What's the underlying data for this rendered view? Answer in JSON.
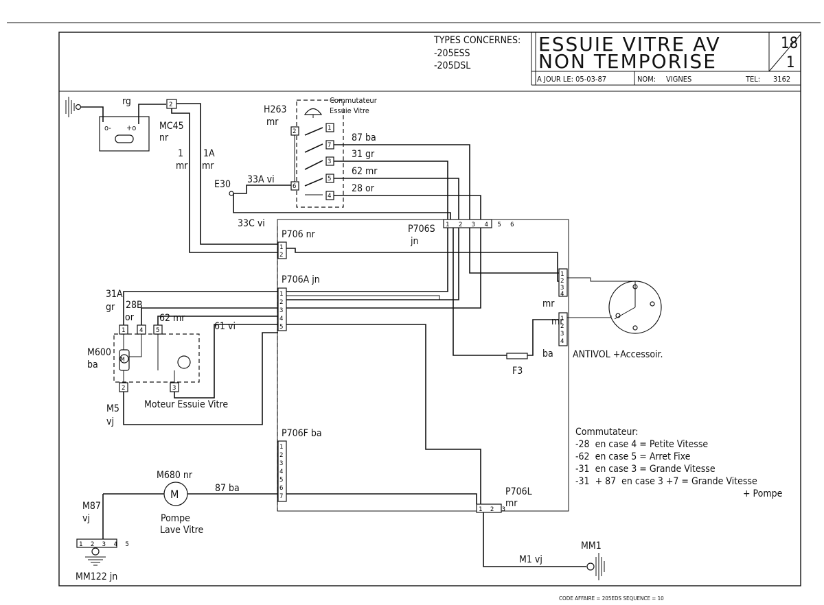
{
  "header": {
    "types_title": "TYPES CONCERNES:",
    "types": [
      "-205ESS",
      "-205DSL"
    ],
    "title_line1": "ESSUIE VITRE AV",
    "title_line2": "NON TEMPORISE",
    "sheet_top": "18",
    "sheet_bottom": "1",
    "date_label": "A JOUR LE: 05-03-87",
    "name_label": "NOM:",
    "name_value": "VIGNES",
    "tel_label": "TEL:",
    "tel_value": "3162"
  },
  "labels": {
    "rg": "rg",
    "mc45": "MC45",
    "mc45_color": "nr",
    "wire1": "1",
    "wire1_color": "mr",
    "wire1a": "1A",
    "wire1a_color": "mr",
    "h263": "H263",
    "h263_color": "mr",
    "commutateur_title1": "Commutateur",
    "commutateur_title2": "Essuie Vitre",
    "w87ba": "87 ba",
    "w31gr": "31 gr",
    "w62mr": "62 mr",
    "w28or": "28 or",
    "e30": "E30",
    "w33a": "33A vi",
    "w33c": "33C vi",
    "p706": "P706 nr",
    "p706s": "P706S",
    "p706s_color": "jn",
    "p706a": "P706A jn",
    "w31a": "31A",
    "w31a_color": "gr",
    "w28b": "28B",
    "w28b_color": "or",
    "m_62mr": "62 mr",
    "m_61vi": "61 vi",
    "m600": "M600",
    "m600_color": "ba",
    "moteur": "Moteur Essuie Vitre",
    "m5": "M5",
    "m5_color": "vj",
    "p706f": "P706F ba",
    "m680": "M680 nr",
    "pompe_87ba": "87 ba",
    "pompe1": "Pompe",
    "pompe2": "Lave Vitre",
    "m87": "M87",
    "m87_color": "vj",
    "mm122": "MM122 jn",
    "mr_a": "mr",
    "mr_b": "mr",
    "ba": "ba",
    "antivol": "ANTIVOL +Accessoir.",
    "f3": "F3",
    "p706l": "P706L",
    "p706l_color": "mr",
    "mm1": "MM1",
    "m1vj": "M1 vj",
    "footer": "CODE AFFAIRE = 205EDS SEQUENCE = 10"
  },
  "legend": {
    "title": "Commutateur:",
    "lines": [
      "-28  en case 4 = Petite Vitesse",
      "-62  en case 5 = Arret Fixe",
      "-31  en case 3 = Grande Vitesse",
      "-31  + 87  en case 3 +7 = Grande Vitesse"
    ],
    "last_line": "+ Pompe"
  },
  "pins": {
    "mc45": "2",
    "p706": "1 2",
    "p706s": "1 2 3 4 5 6",
    "p706a": "5 4 3 2 1",
    "p706f": "1 2 3 4 5 6 7",
    "p706l": "1 2 3",
    "antivol_top": "1 2 3 4",
    "antivol_bot": "1 2 3 4",
    "mm122": "1 2 3 4 5",
    "motor_1": "1",
    "motor_4": "4",
    "motor_5": "5",
    "motor_2": "2",
    "motor_3": "3",
    "sw_2": "2",
    "sw_1": "1",
    "sw_7": "7",
    "sw_3": "3",
    "sw_6": "6",
    "sw_5": "5",
    "sw_4": "4",
    "motor_m": "M",
    "pompe_m": "M"
  }
}
